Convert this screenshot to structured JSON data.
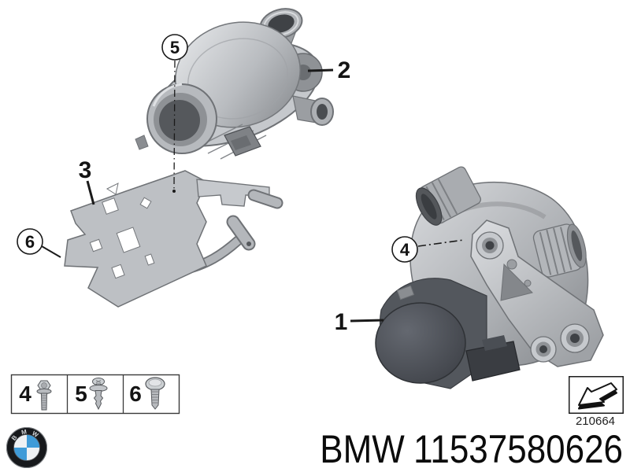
{
  "diagram": {
    "callouts": [
      {
        "number": "1",
        "style": "plain"
      },
      {
        "number": "2",
        "style": "plain"
      },
      {
        "number": "3",
        "style": "plain"
      },
      {
        "number": "4",
        "style": "circled"
      },
      {
        "number": "5",
        "style": "circled"
      },
      {
        "number": "6",
        "style": "circled"
      }
    ],
    "illustrations": [
      {
        "name": "thermostat-assembly"
      },
      {
        "name": "mounting-bracket"
      },
      {
        "name": "electric-water-pump"
      }
    ]
  },
  "legend": {
    "items": [
      {
        "number": "4",
        "icon": "hex-flange-bolt-icon"
      },
      {
        "number": "5",
        "icon": "expansion-rivet-icon"
      },
      {
        "number": "6",
        "icon": "flange-screw-icon"
      }
    ]
  },
  "reference": {
    "code": "210664",
    "icon": "direction-arrow-icon"
  },
  "footer": {
    "brand": "BMW",
    "part_number": "11537580626",
    "logo": "bmw-roundel-logo"
  },
  "colors": {
    "background": "#ffffff",
    "line": "#1a1a1a",
    "metal_light": "#d8dadd",
    "metal_mid": "#aaadb1",
    "metal_dark": "#6f7276",
    "motor_dark": "#44474d",
    "bmw_blue": "#3f9bd8",
    "logo_black": "#17191c"
  }
}
